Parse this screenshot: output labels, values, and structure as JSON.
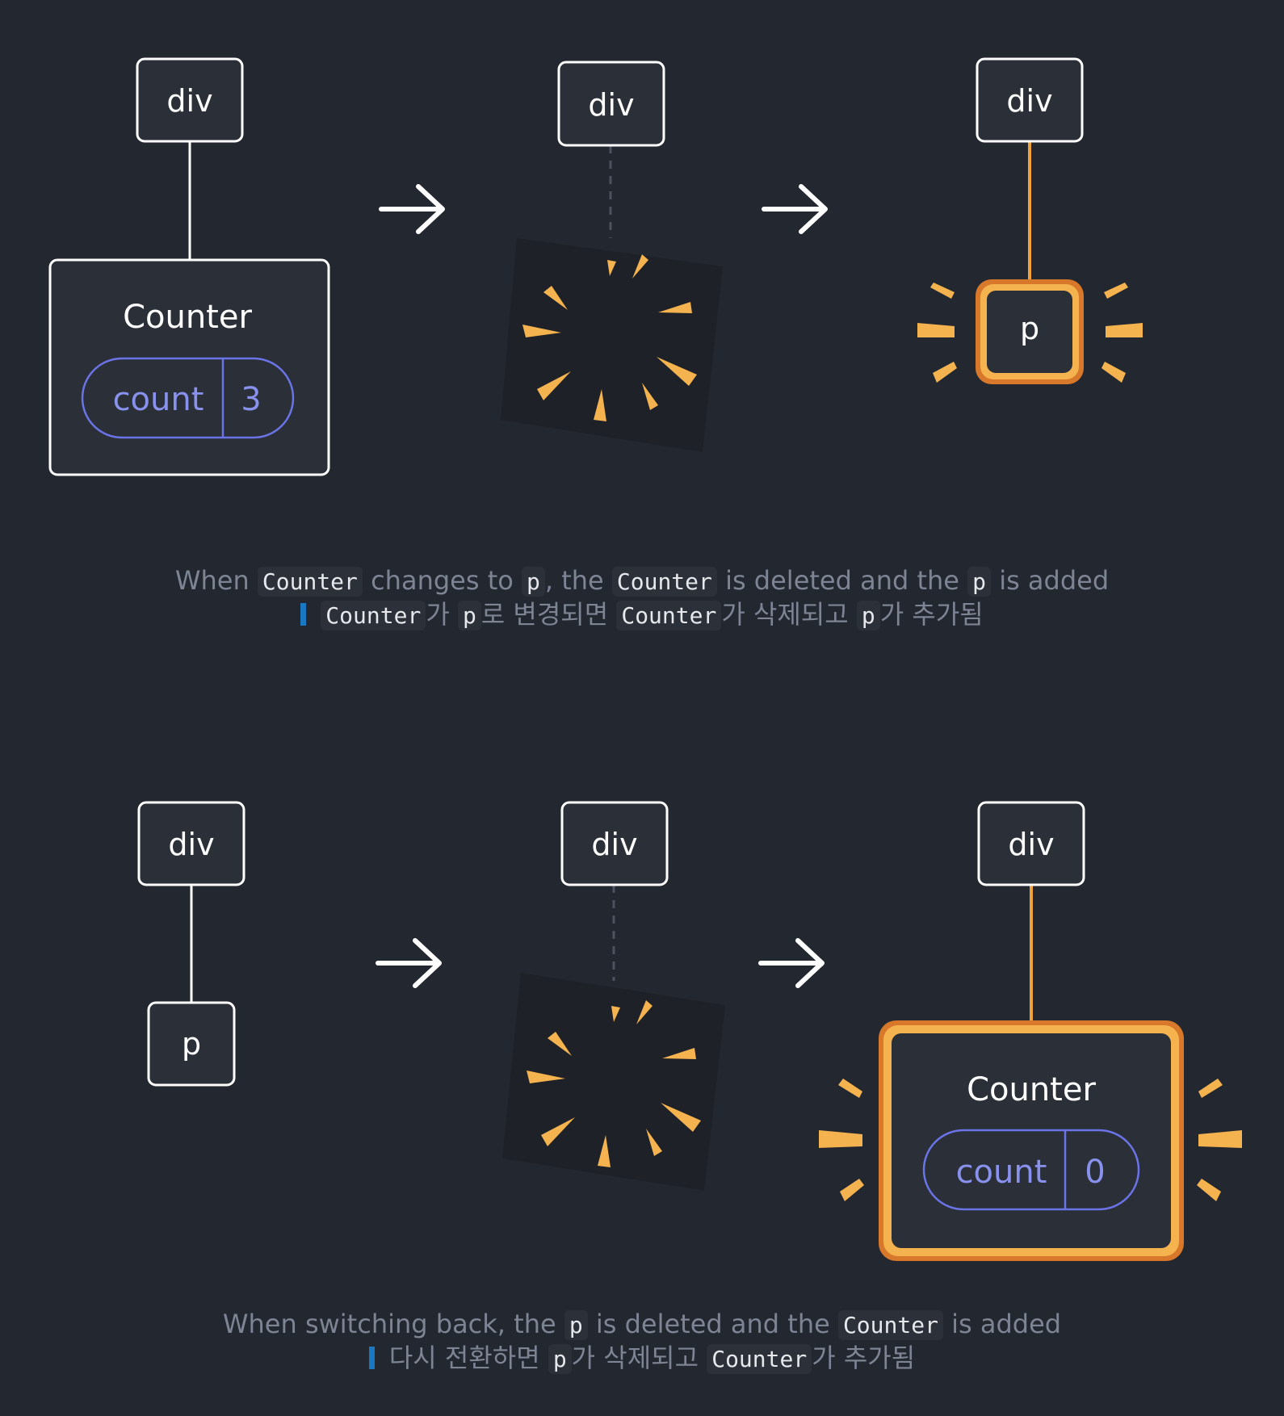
{
  "colors": {
    "background": "#23272f",
    "node_fill": "#2b2f38",
    "node_stroke": "#ffffff",
    "state_stroke": "#6b74e6",
    "state_text": "#8891ec",
    "highlight": "#f0a33a",
    "highlight_outer": "#d8782a",
    "caption_text": "#7d8494",
    "caption_bar": "#1a78c2"
  },
  "top_row": {
    "step1": {
      "parent": "div",
      "child": "Counter",
      "state_name": "count",
      "state_value": "3"
    },
    "step2": {
      "parent": "div"
    },
    "step3": {
      "parent": "div",
      "child": "p"
    },
    "caption_en": {
      "w1": "When",
      "c1": "Counter",
      "w2": "changes to",
      "c2": "p",
      "w3": ", the",
      "c3": "Counter",
      "w4": "is deleted and the",
      "c4": "p",
      "w5": "is added"
    },
    "caption_ko": {
      "c1": "Counter",
      "w1": "가",
      "c2": "p",
      "w2": "로 변경되면",
      "c3": "Counter",
      "w3": "가 삭제되고",
      "c4": "p",
      "w4": "가 추가됨"
    }
  },
  "bottom_row": {
    "step1": {
      "parent": "div",
      "child": "p"
    },
    "step2": {
      "parent": "div"
    },
    "step3": {
      "parent": "div",
      "child": "Counter",
      "state_name": "count",
      "state_value": "0"
    },
    "caption_en": {
      "w1": "When switching back, the",
      "c1": "p",
      "w2": "is deleted and the",
      "c2": "Counter",
      "w3": "is added"
    },
    "caption_ko": {
      "w1": "다시 전환하면",
      "c1": "p",
      "w2": "가 삭제되고",
      "c2": "Counter",
      "w3": "가 추가됨"
    }
  }
}
